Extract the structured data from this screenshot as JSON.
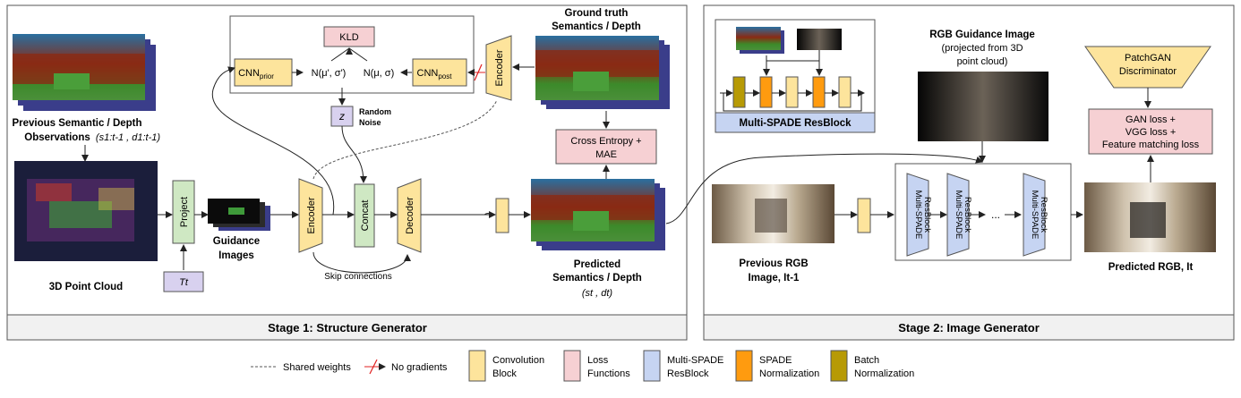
{
  "stage1": {
    "title": "Stage 1: Structure Generator",
    "kld": "KLD",
    "cnn": "CNN",
    "prior_sub": "prior",
    "post_sub": "post",
    "n_prior": "N(μ', σ')",
    "n_post": "N(μ, σ)",
    "encoder": "Encoder",
    "z": "z",
    "random_noise": [
      "Random",
      "Noise"
    ],
    "gt_label": [
      "Ground truth",
      "Semantics / Depth"
    ],
    "prev_obs": [
      "Previous Semantic / Depth",
      "Observations"
    ],
    "prev_obs_math": "(s1:t-1 , d1:t-1)",
    "cross_entropy": [
      "Cross Entropy +",
      "MAE"
    ],
    "project": "Project",
    "guidance": [
      "Guidance",
      "Images"
    ],
    "tt": "Tt",
    "encoder2": "Encoder",
    "concat": "Concat",
    "decoder": "Decoder",
    "skip": "Skip connections",
    "point_cloud": "3D Point Cloud",
    "predicted": [
      "Predicted",
      "Semantics / Depth"
    ],
    "predicted_math": "(st , dt)"
  },
  "stage2": {
    "title": "Stage 2: Image Generator",
    "multispade": "Multi-SPADE ResBlock",
    "rgb_guidance": "RGB Guidance Image",
    "rgb_guidance_sub": [
      "(projected from 3D",
      "point cloud)"
    ],
    "patchgan": [
      "PatchGAN",
      "Discriminator"
    ],
    "losses": [
      "GAN loss +",
      "VGG loss +",
      "Feature matching loss"
    ],
    "resblock_text": [
      "Multi-SPADE",
      "ResBlock"
    ],
    "dots": "...",
    "prev_rgb": [
      "Previous RGB",
      "Image, It-1"
    ],
    "pred_rgb": "Predicted RGB, It"
  },
  "legend": {
    "shared": "Shared weights",
    "nograd": "No gradients",
    "conv": [
      "Convolution",
      "Block"
    ],
    "loss": [
      "Loss",
      "Functions"
    ],
    "msr": [
      "Multi-SPADE",
      "ResBlock"
    ],
    "spade": [
      "SPADE",
      "Normalization"
    ],
    "batch": [
      "Batch",
      "Normalization"
    ]
  },
  "colors": {
    "conv": "#fde49c",
    "loss": "#f6d0d3",
    "msr": "#c6d4f2",
    "spade": "#ff9b0f",
    "batch": "#b79a05",
    "green": "#cfe8c3",
    "purple": "#d8d1ef",
    "red": "#e02020"
  }
}
